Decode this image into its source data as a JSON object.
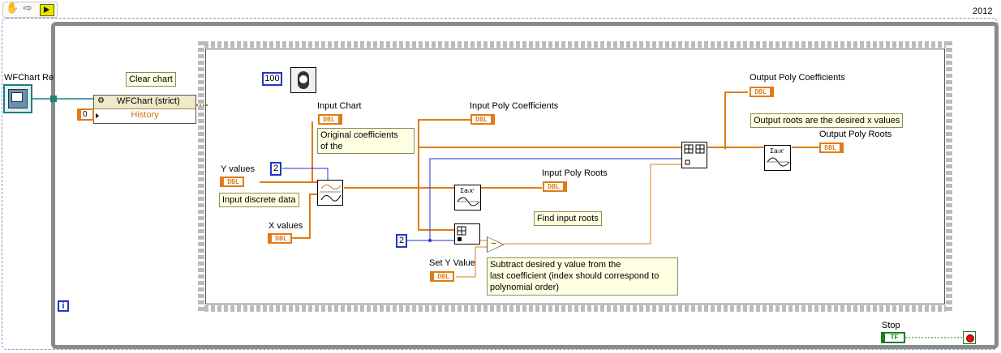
{
  "toolbar": {
    "version": "2012",
    "tools": [
      {
        "name": "operate-tool",
        "glyph": "✋"
      },
      {
        "name": "arrow-tool",
        "glyph": "⇨"
      },
      {
        "name": "run-arrow",
        "glyph": "▶"
      }
    ]
  },
  "left": {
    "ref_label": "WFChart Re",
    "property_node": {
      "title": "WFChart (strict)",
      "property": "History"
    },
    "zero_const": "0",
    "clear_chart_note": "Clear chart"
  },
  "loop": {
    "wait_const": "100",
    "info_icon": "i",
    "stop_label": "Stop",
    "stop_terminal": "TF"
  },
  "terminals": {
    "input_chart": "Input Chart",
    "input_poly_coeffs": "Input Poly Coefficients",
    "input_poly_roots": "Input Poly Roots",
    "output_poly_coeffs": "Output Poly Coefficients",
    "output_poly_roots": "Output Poly Roots",
    "y_values": "Y values",
    "x_values": "X values",
    "set_y_value": "Set Y Value",
    "dbl": "DBL"
  },
  "notes": {
    "original_coeffs": [
      "Original coefficients",
      "of the"
    ],
    "input_discrete": "Input discrete data",
    "find_roots": "Find input roots",
    "output_roots": "Output roots are the desired x values",
    "subtract": [
      "Subtract desired y value from the",
      "last coefficient (index should correspond to",
      "polynomial order)"
    ]
  },
  "constants": {
    "order_fit": "2",
    "index": "2"
  },
  "colors": {
    "dbl_wire": "#e07c16",
    "int_wire": "#2233cc",
    "ref_wire": "#1f7f7f",
    "loop_border": "#888888",
    "note_bg": "#ffffe1"
  }
}
